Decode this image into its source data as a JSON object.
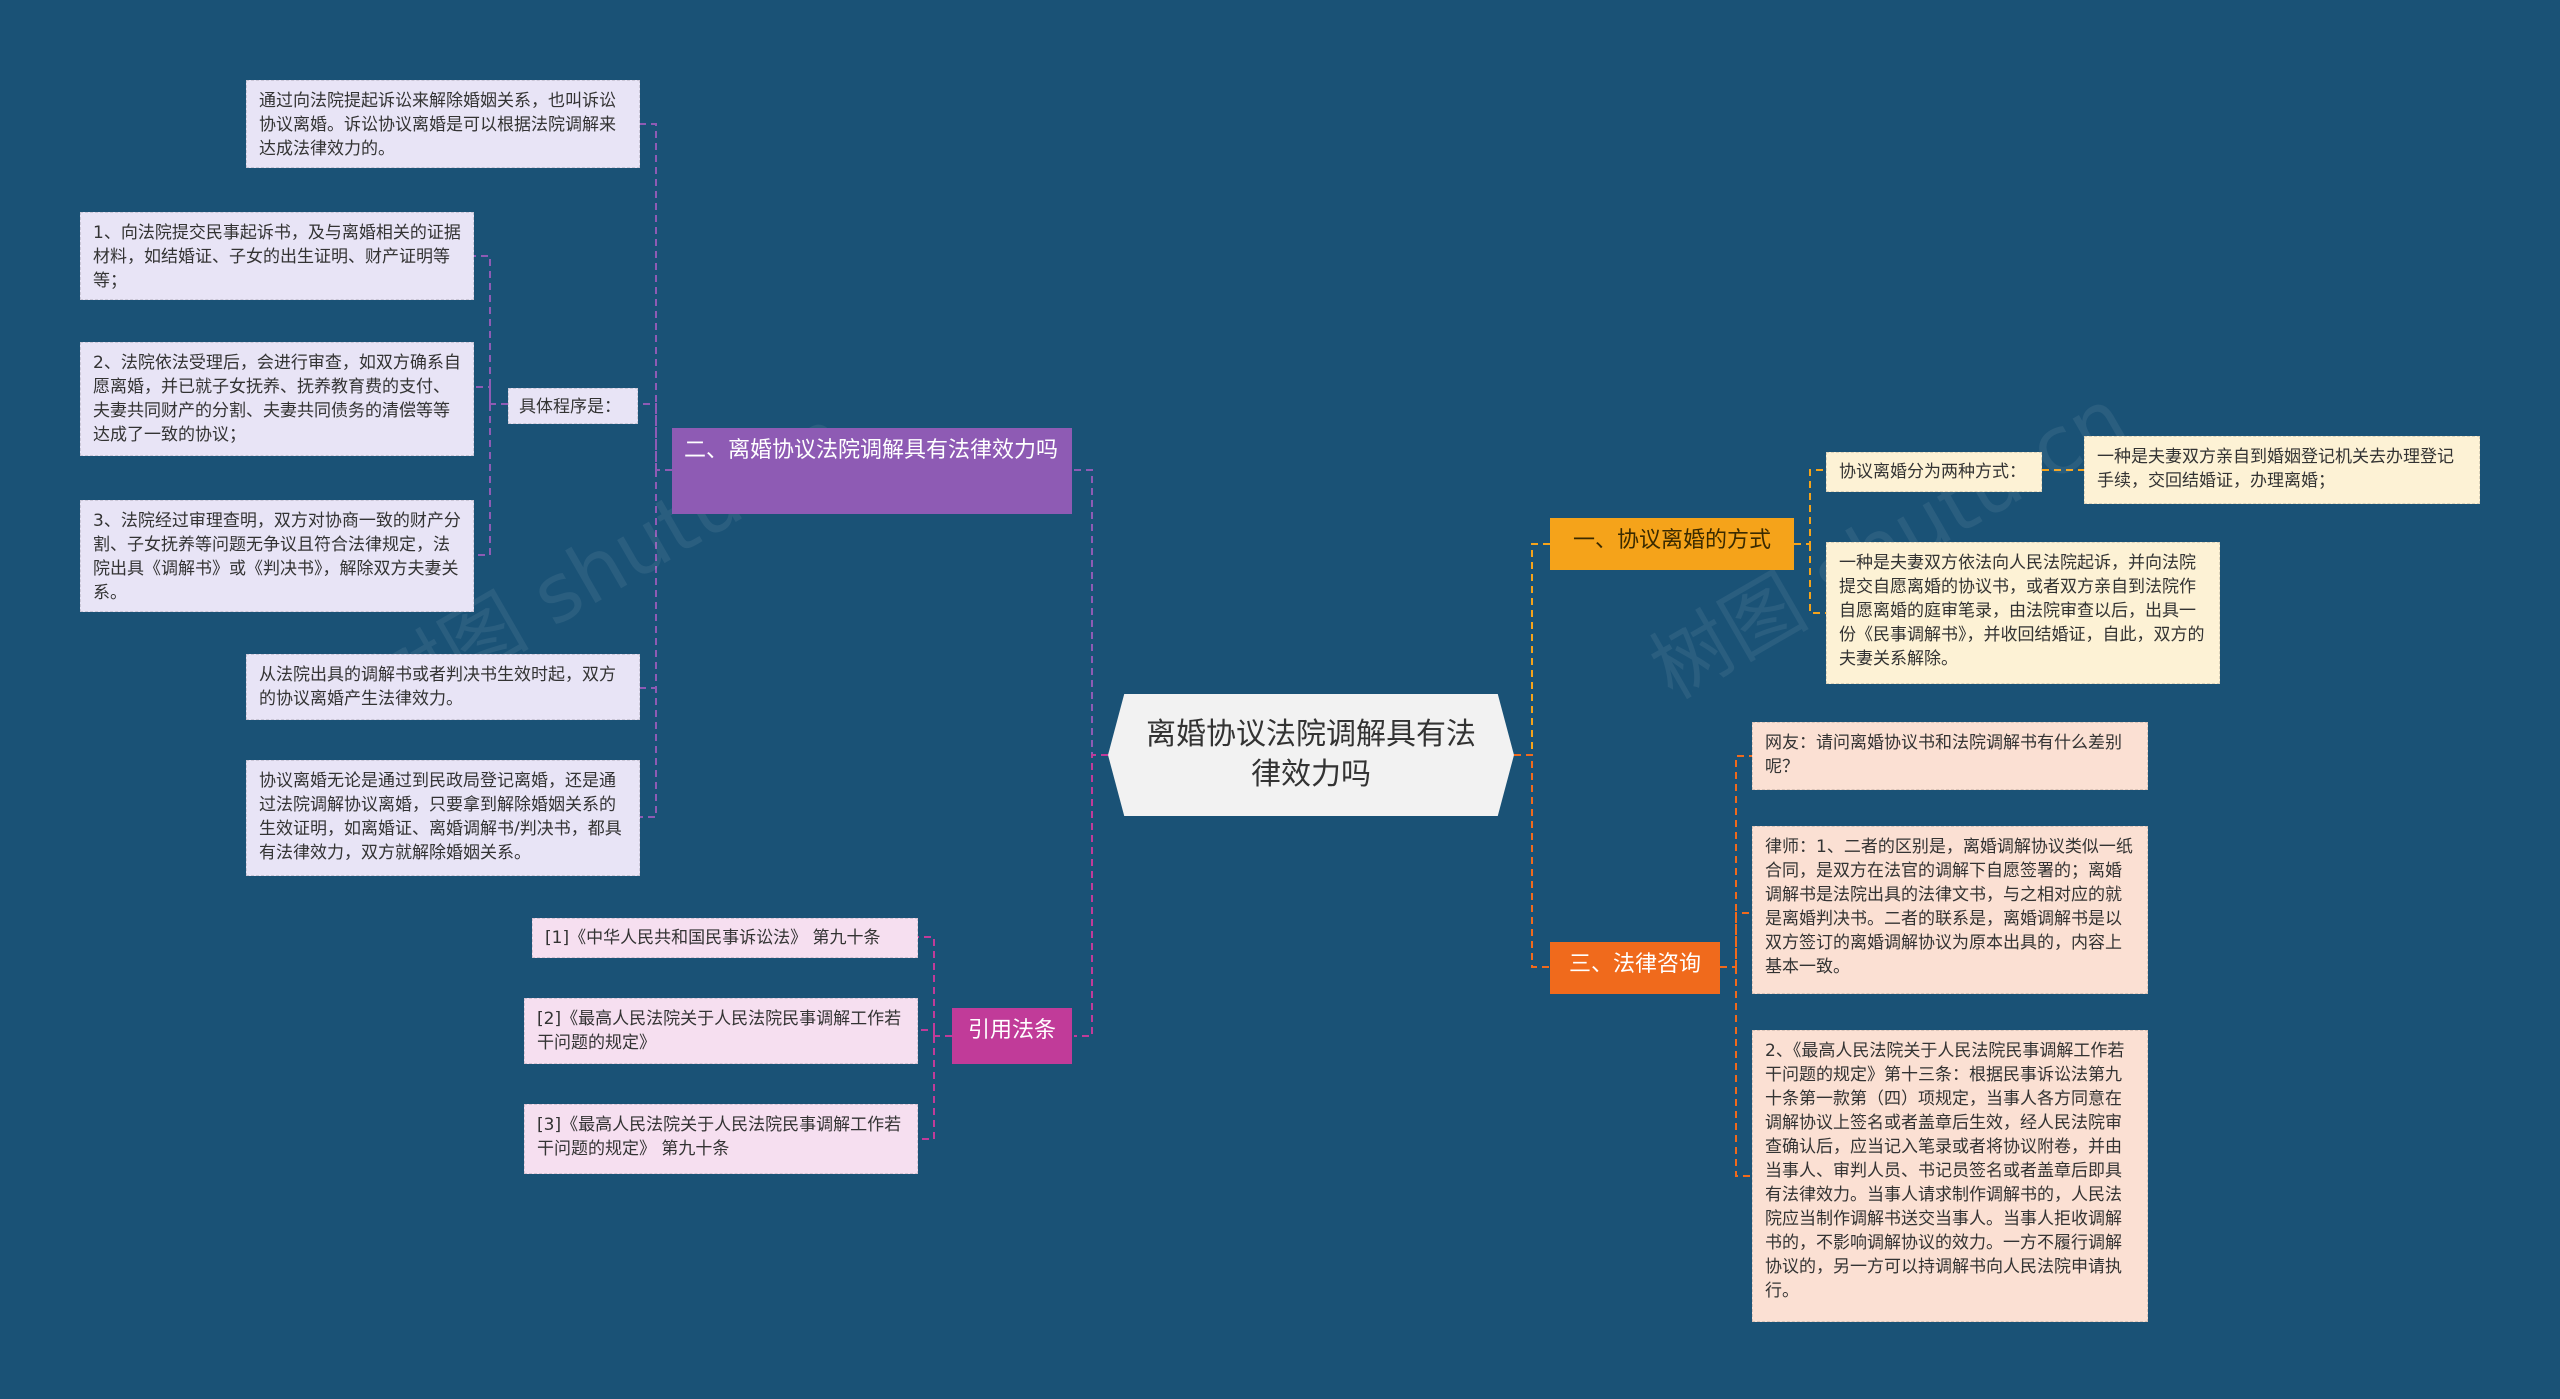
{
  "center": {
    "title": "离婚协议法院调解具有法律效力吗"
  },
  "branches": {
    "way": {
      "label": "一、协议离婚的方式"
    },
    "effect": {
      "label": "二、离婚协议法院调解具有法律效力吗"
    },
    "consult": {
      "label": "三、法律咨询"
    },
    "cite": {
      "label": "引用法条"
    }
  },
  "way": {
    "intro": "协议离婚分为两种方式：",
    "type1": "一种是夫妻双方亲自到婚姻登记机关去办理登记手续，交回结婚证，办理离婚；",
    "type2": "一种是夫妻双方依法向人民法院起诉，并向法院提交自愿离婚的协议书，或者双方亲自到法院作自愿离婚的庭审笔录，由法院审查以后，出具一份《民事调解书》，并收回结婚证，自此，双方的夫妻关系解除。"
  },
  "effect": {
    "intro": "通过向法院提起诉讼来解除婚姻关系，也叫诉讼协议离婚。诉讼协议离婚是可以根据法院调解来达成法律效力的。",
    "procedure_label": "具体程序是：",
    "step1": "1、向法院提交民事起诉书，及与离婚相关的证据材料，如结婚证、子女的出生证明、财产证明等等；",
    "step2": "2、法院依法受理后，会进行审查，如双方确系自愿离婚，并已就子女抚养、抚养教育费的支付、夫妻共同财产的分割、夫妻共同债务的清偿等等达成了一致的协议；",
    "step3": "3、法院经过审理查明，双方对协商一致的财产分割、子女抚养等问题无争议且符合法律规定，法院出具《调解书》或《判决书》，解除双方夫妻关系。",
    "effective": "从法院出具的调解书或者判决书生效时起，双方的协议离婚产生法律效力。",
    "summary": "协议离婚无论是通过到民政局登记离婚，还是通过法院调解协议离婚，只要拿到解除婚姻关系的生效证明，如离婚证、离婚调解书/判决书，都具有法律效力，双方就解除婚姻关系。"
  },
  "consult": {
    "question": "网友：请问离婚协议书和法院调解书有什么差别呢？",
    "answer1": "律师：1、二者的区别是，离婚调解协议类似一纸合同，是双方在法官的调解下自愿签署的；离婚调解书是法院出具的法律文书，与之相对应的就是离婚判决书。二者的联系是，离婚调解书是以双方签订的离婚调解协议为原本出具的，内容上基本一致。",
    "answer2": "2、《最高人民法院关于人民法院民事调解工作若干问题的规定》第十三条：根据民事诉讼法第九十条第一款第（四）项规定，当事人各方同意在调解协议上签名或者盖章后生效，经人民法院审查确认后，应当记入笔录或者将协议附卷，并由当事人、审判人员、书记员签名或者盖章后即具有法律效力。当事人请求制作调解书的，人民法院应当制作调解书送交当事人。当事人拒收调解书的，不影响调解协议的效力。一方不履行调解协议的，另一方可以持调解书向人民法院申请执行。"
  },
  "cite": {
    "ref1": "[1]《中华人民共和国民事诉讼法》 第九十条",
    "ref2": "[2]《最高人民法院关于人民法院民事调解工作若干问题的规定》",
    "ref3": "[3]《最高人民法院关于人民法院民事调解工作若干问题的规定》 第九十条"
  },
  "watermark": "树图 shutu.cn",
  "colors": {
    "background": "#1a5276",
    "purple": "#8e5bb4",
    "amber": "#f5a31a",
    "red": "#f06a1c",
    "magenta": "#c13b99"
  }
}
